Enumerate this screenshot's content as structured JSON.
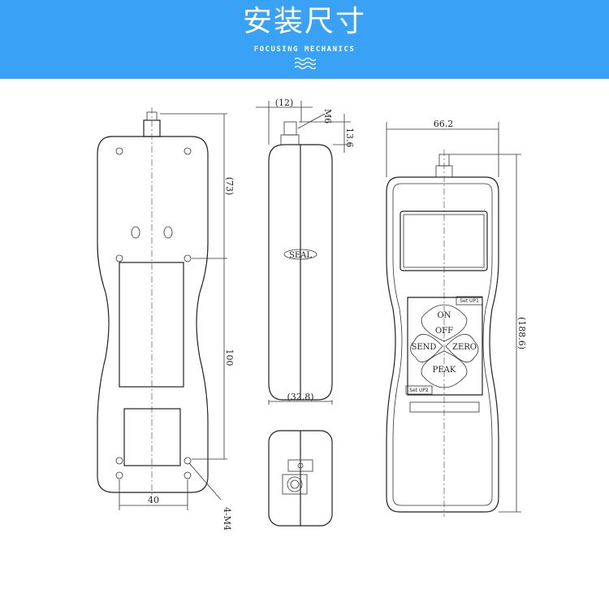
{
  "header": {
    "title": "安装尺寸",
    "subtitle": "FOCUSING MECHANICS",
    "wave_icon": "wave-icon",
    "color": "#3aa2f6"
  },
  "drawing": {
    "back_view": {
      "dim_top": "(73)",
      "dim_middle": "100",
      "dim_width": "40",
      "screw_label": "4-M4"
    },
    "side_view": {
      "dim_connector_offset": "(12)",
      "thread_label": "M6",
      "dim_connector_height": "13.6",
      "dim_thickness": "(32.8)",
      "seal_label": "SEAL"
    },
    "front_view": {
      "dim_width": "66.2",
      "dim_height": "(188.6)",
      "keys": {
        "on": "ON",
        "off": "OFF",
        "send": "SEND",
        "zero": "ZERO",
        "peak": "PEAK"
      },
      "setup1": "Set UP1",
      "setup2": "Set UP2"
    }
  }
}
